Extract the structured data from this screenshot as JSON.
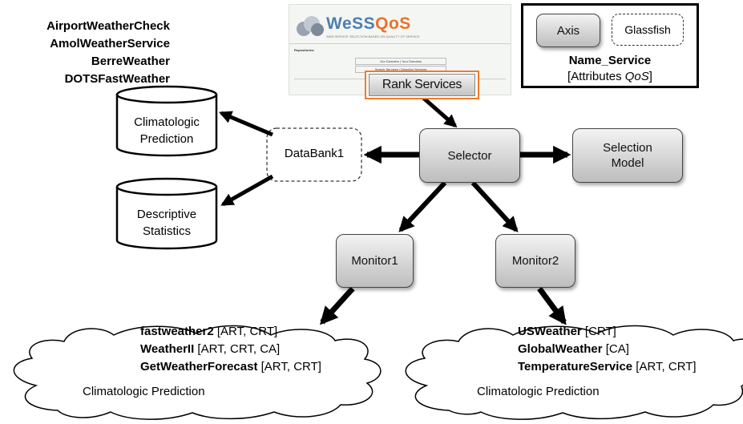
{
  "services_top": [
    "AirportWeatherCheck",
    "AmolWeatherService",
    "BerreWeather",
    "DOTSFastWeather"
  ],
  "storage": {
    "climatologic": [
      "Climatologic",
      "Prediction"
    ],
    "descriptive": [
      "Descriptive",
      "Statistics"
    ]
  },
  "databank": "DataBank1",
  "selector": "Selector",
  "selection_model": [
    "Selection",
    "Model"
  ],
  "monitor1": "Monitor1",
  "monitor2": "Monitor2",
  "rank_button": "Rank Services",
  "logo": {
    "text_a": "WeSS",
    "text_b": "QoS",
    "tagline": "WEB SERVICE SELECTION BASED ON QUALITY OF SERVICE"
  },
  "screenshot": {
    "heading": "Repositories:",
    "links": "Our Domains | Your Domains",
    "row": "Search Services | Describe Services"
  },
  "legend": {
    "axis": "Axis",
    "glassfish": "Glassfish",
    "name": "Name_Service",
    "attributes_prefix": "[Attributes ",
    "attributes_em": "QoS",
    "attributes_suffix": "]"
  },
  "cloud_left": {
    "services": [
      {
        "name": "fastweather2",
        "attrs": " [ART, CRT]"
      },
      {
        "name": "WeatherII",
        "attrs": " [ART, CRT, CA]"
      },
      {
        "name": "GetWeatherForecast",
        "attrs": " [ART, CRT]"
      }
    ],
    "label": "Climatologic Prediction"
  },
  "cloud_right": {
    "services": [
      {
        "name": "USWeather",
        "attrs": " [CRT]"
      },
      {
        "name": "GlobalWeather",
        "attrs": " [CA]"
      },
      {
        "name": "TemperatureService",
        "attrs": " [ART, CRT]"
      }
    ],
    "label": "Climatologic Prediction"
  },
  "colors": {
    "accent_orange": "#f07b28",
    "box_border": "#444444",
    "logo_blue": "#4d7fb0",
    "logo_orange": "#e8732a"
  }
}
